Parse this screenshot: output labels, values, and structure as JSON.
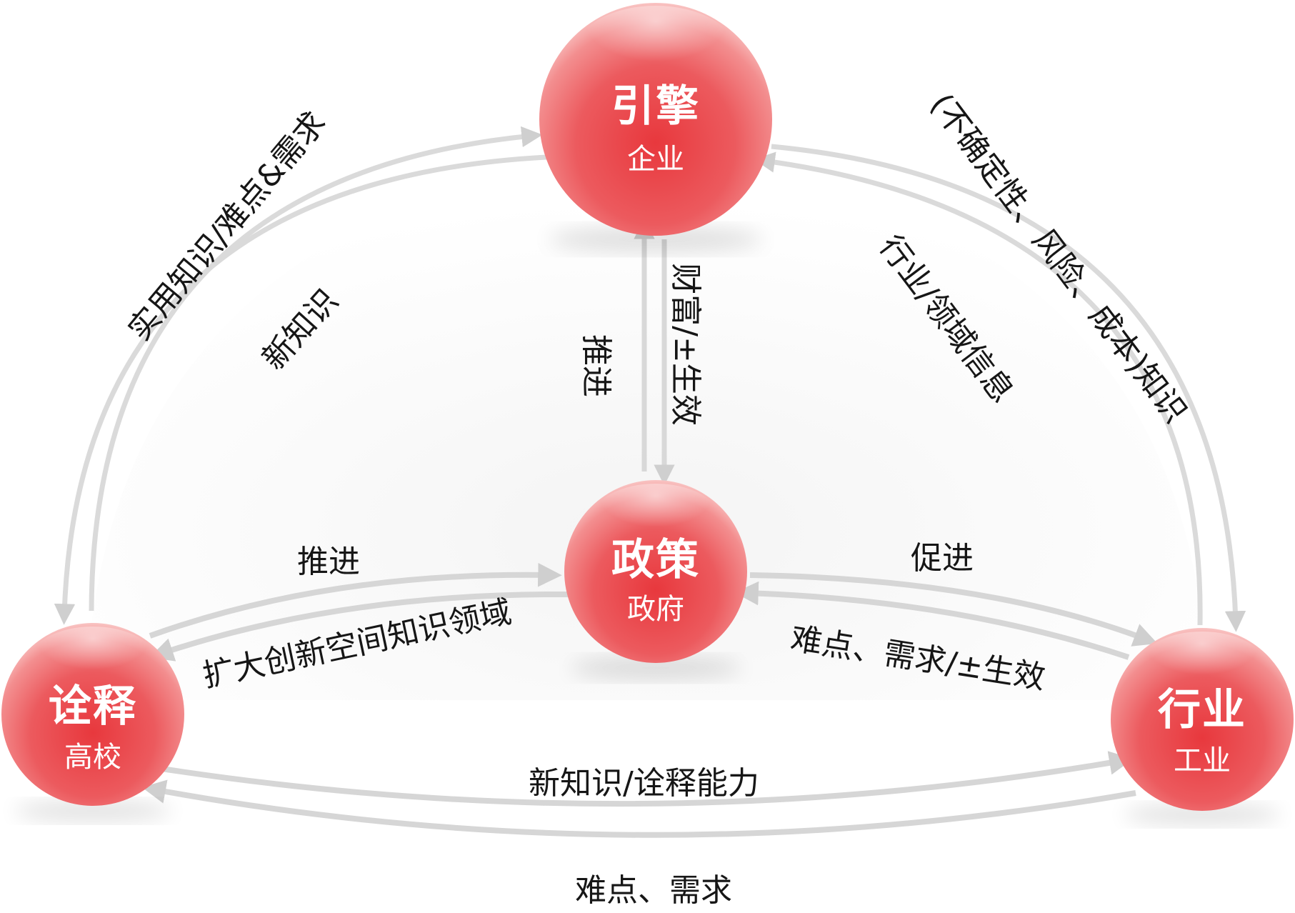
{
  "nodes": {
    "engine": {
      "title": "引擎",
      "subtitle": "企业"
    },
    "policy": {
      "title": "政策",
      "subtitle": "政府"
    },
    "interpret": {
      "title": "诠释",
      "subtitle": "高校"
    },
    "industry": {
      "title": "行业",
      "subtitle": "工业"
    }
  },
  "edges": {
    "left_outer": "实用知识/难点&需求",
    "left_inner": "新知识",
    "center_up": "推进",
    "center_down": "财富/±生效",
    "right_outer": "(不确定性、风险、成本)知识",
    "right_inner": "行业/领域信息",
    "policy_left_top": "推进",
    "policy_left_bottom": "扩大创新空间知识领域",
    "policy_right_top": "促进",
    "policy_right_bottom": "难点、需求/±生效",
    "bottom_inner": "新知识/诠释能力",
    "bottom_outer": "难点、需求"
  },
  "colors": {
    "sphere_main": "#e8383d",
    "sphere_highlight": "#f6a3a3",
    "arrow": "#d2d2d2",
    "text": "#161616"
  }
}
